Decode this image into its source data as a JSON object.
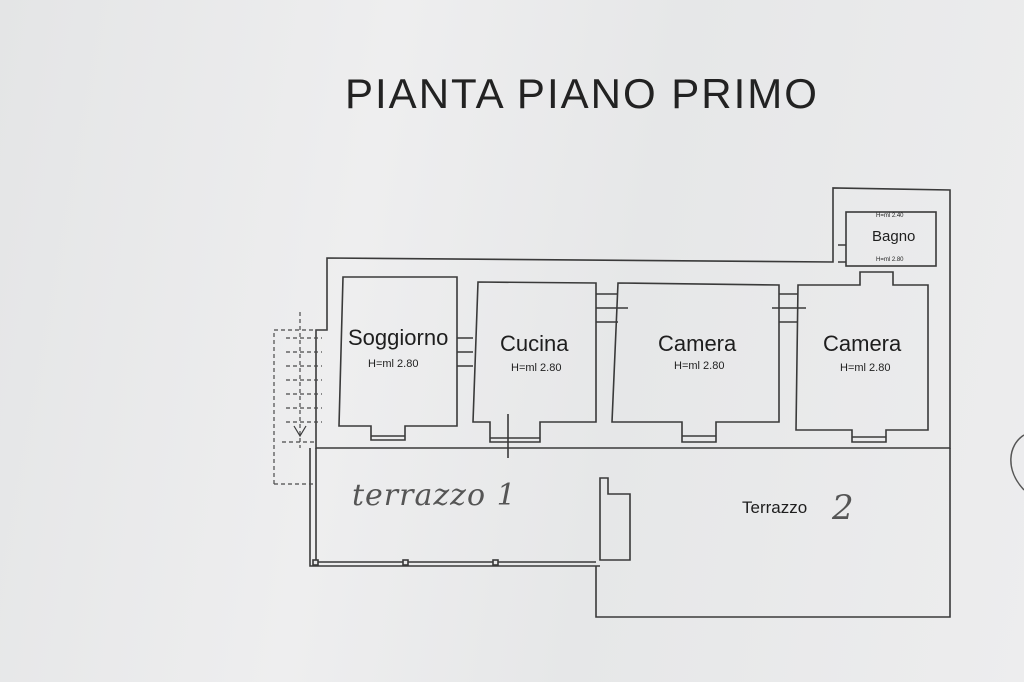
{
  "title": "PIANTA PIANO PRIMO",
  "rooms": [
    {
      "name": "Soggiorno",
      "height": "H=ml 2.80"
    },
    {
      "name": "Cucina",
      "height": "H=ml 2.80"
    },
    {
      "name": "Camera",
      "height": "H=ml 2.80"
    },
    {
      "name": "Camera",
      "height": "H=ml 2.80"
    }
  ],
  "bathroom": {
    "name": "Bagno",
    "height_top": "H=ml 2.40",
    "height_bottom": "H=ml 2.80"
  },
  "terraces": {
    "terrace1_handwritten": "terrazzo 1",
    "terrace2_label": "Terrazzo",
    "terrace2_number": "2"
  }
}
